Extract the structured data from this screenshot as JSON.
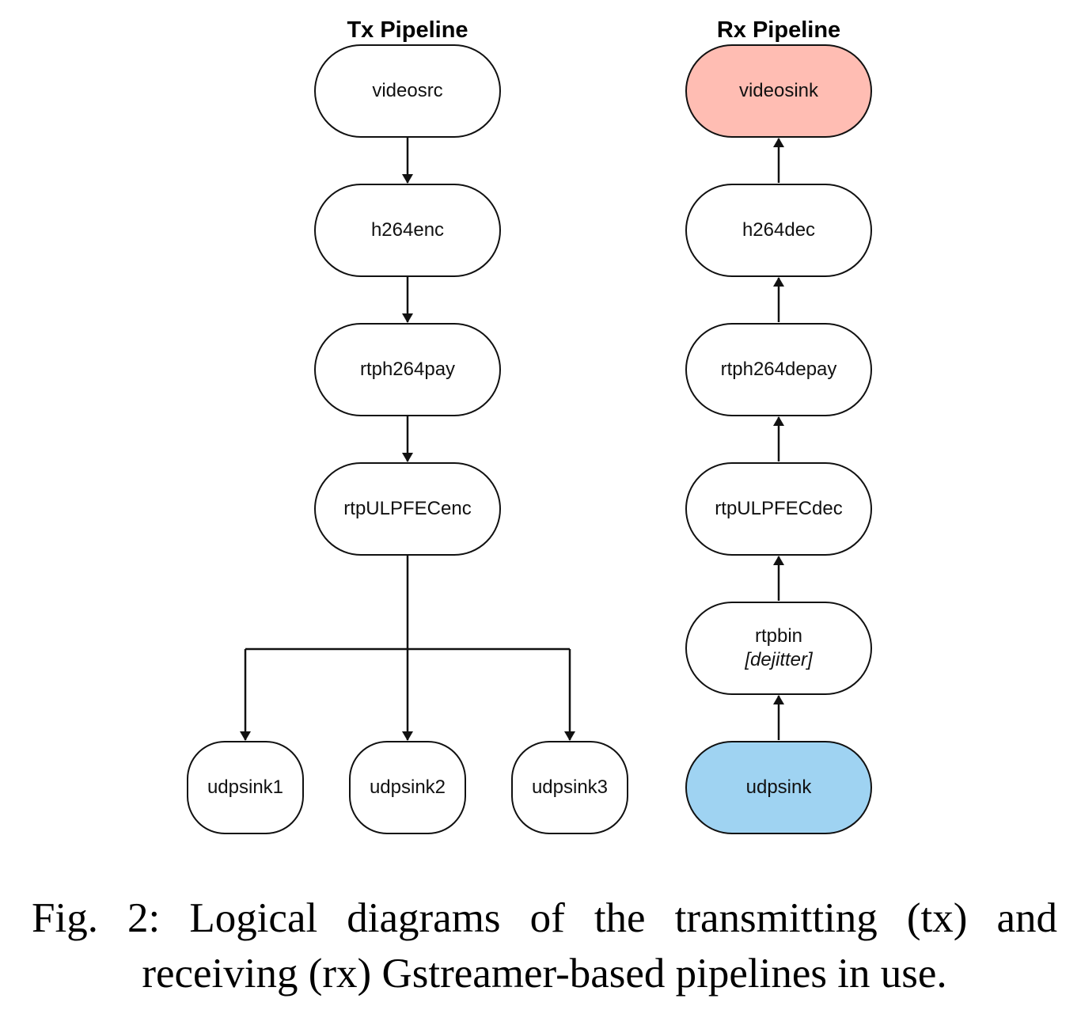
{
  "tx": {
    "title": "Tx Pipeline",
    "nodes": {
      "videosrc": "videosrc",
      "h264enc": "h264enc",
      "rtph264pay": "rtph264pay",
      "rtpULPFECenc": "rtpULPFECenc",
      "udpsink1": "udpsink1",
      "udpsink2": "udpsink2",
      "udpsink3": "udpsink3"
    }
  },
  "rx": {
    "title": "Rx Pipeline",
    "nodes": {
      "videosink": "videosink",
      "h264dec": "h264dec",
      "rtph264depay": "rtph264depay",
      "rtpULPFECdec": "rtpULPFECdec",
      "rtpbin": "rtpbin",
      "rtpbin_note": "[dejitter]",
      "udpsink": "udpsink"
    }
  },
  "colors": {
    "videosink_fill": "#ffbdb3",
    "udpsink_fill": "#9fd3f2",
    "stroke": "#111111"
  },
  "caption": {
    "line1": "Fig. 2: Logical diagrams of the transmitting (tx) and",
    "line2": "receiving (rx) Gstreamer-based pipelines in use."
  }
}
